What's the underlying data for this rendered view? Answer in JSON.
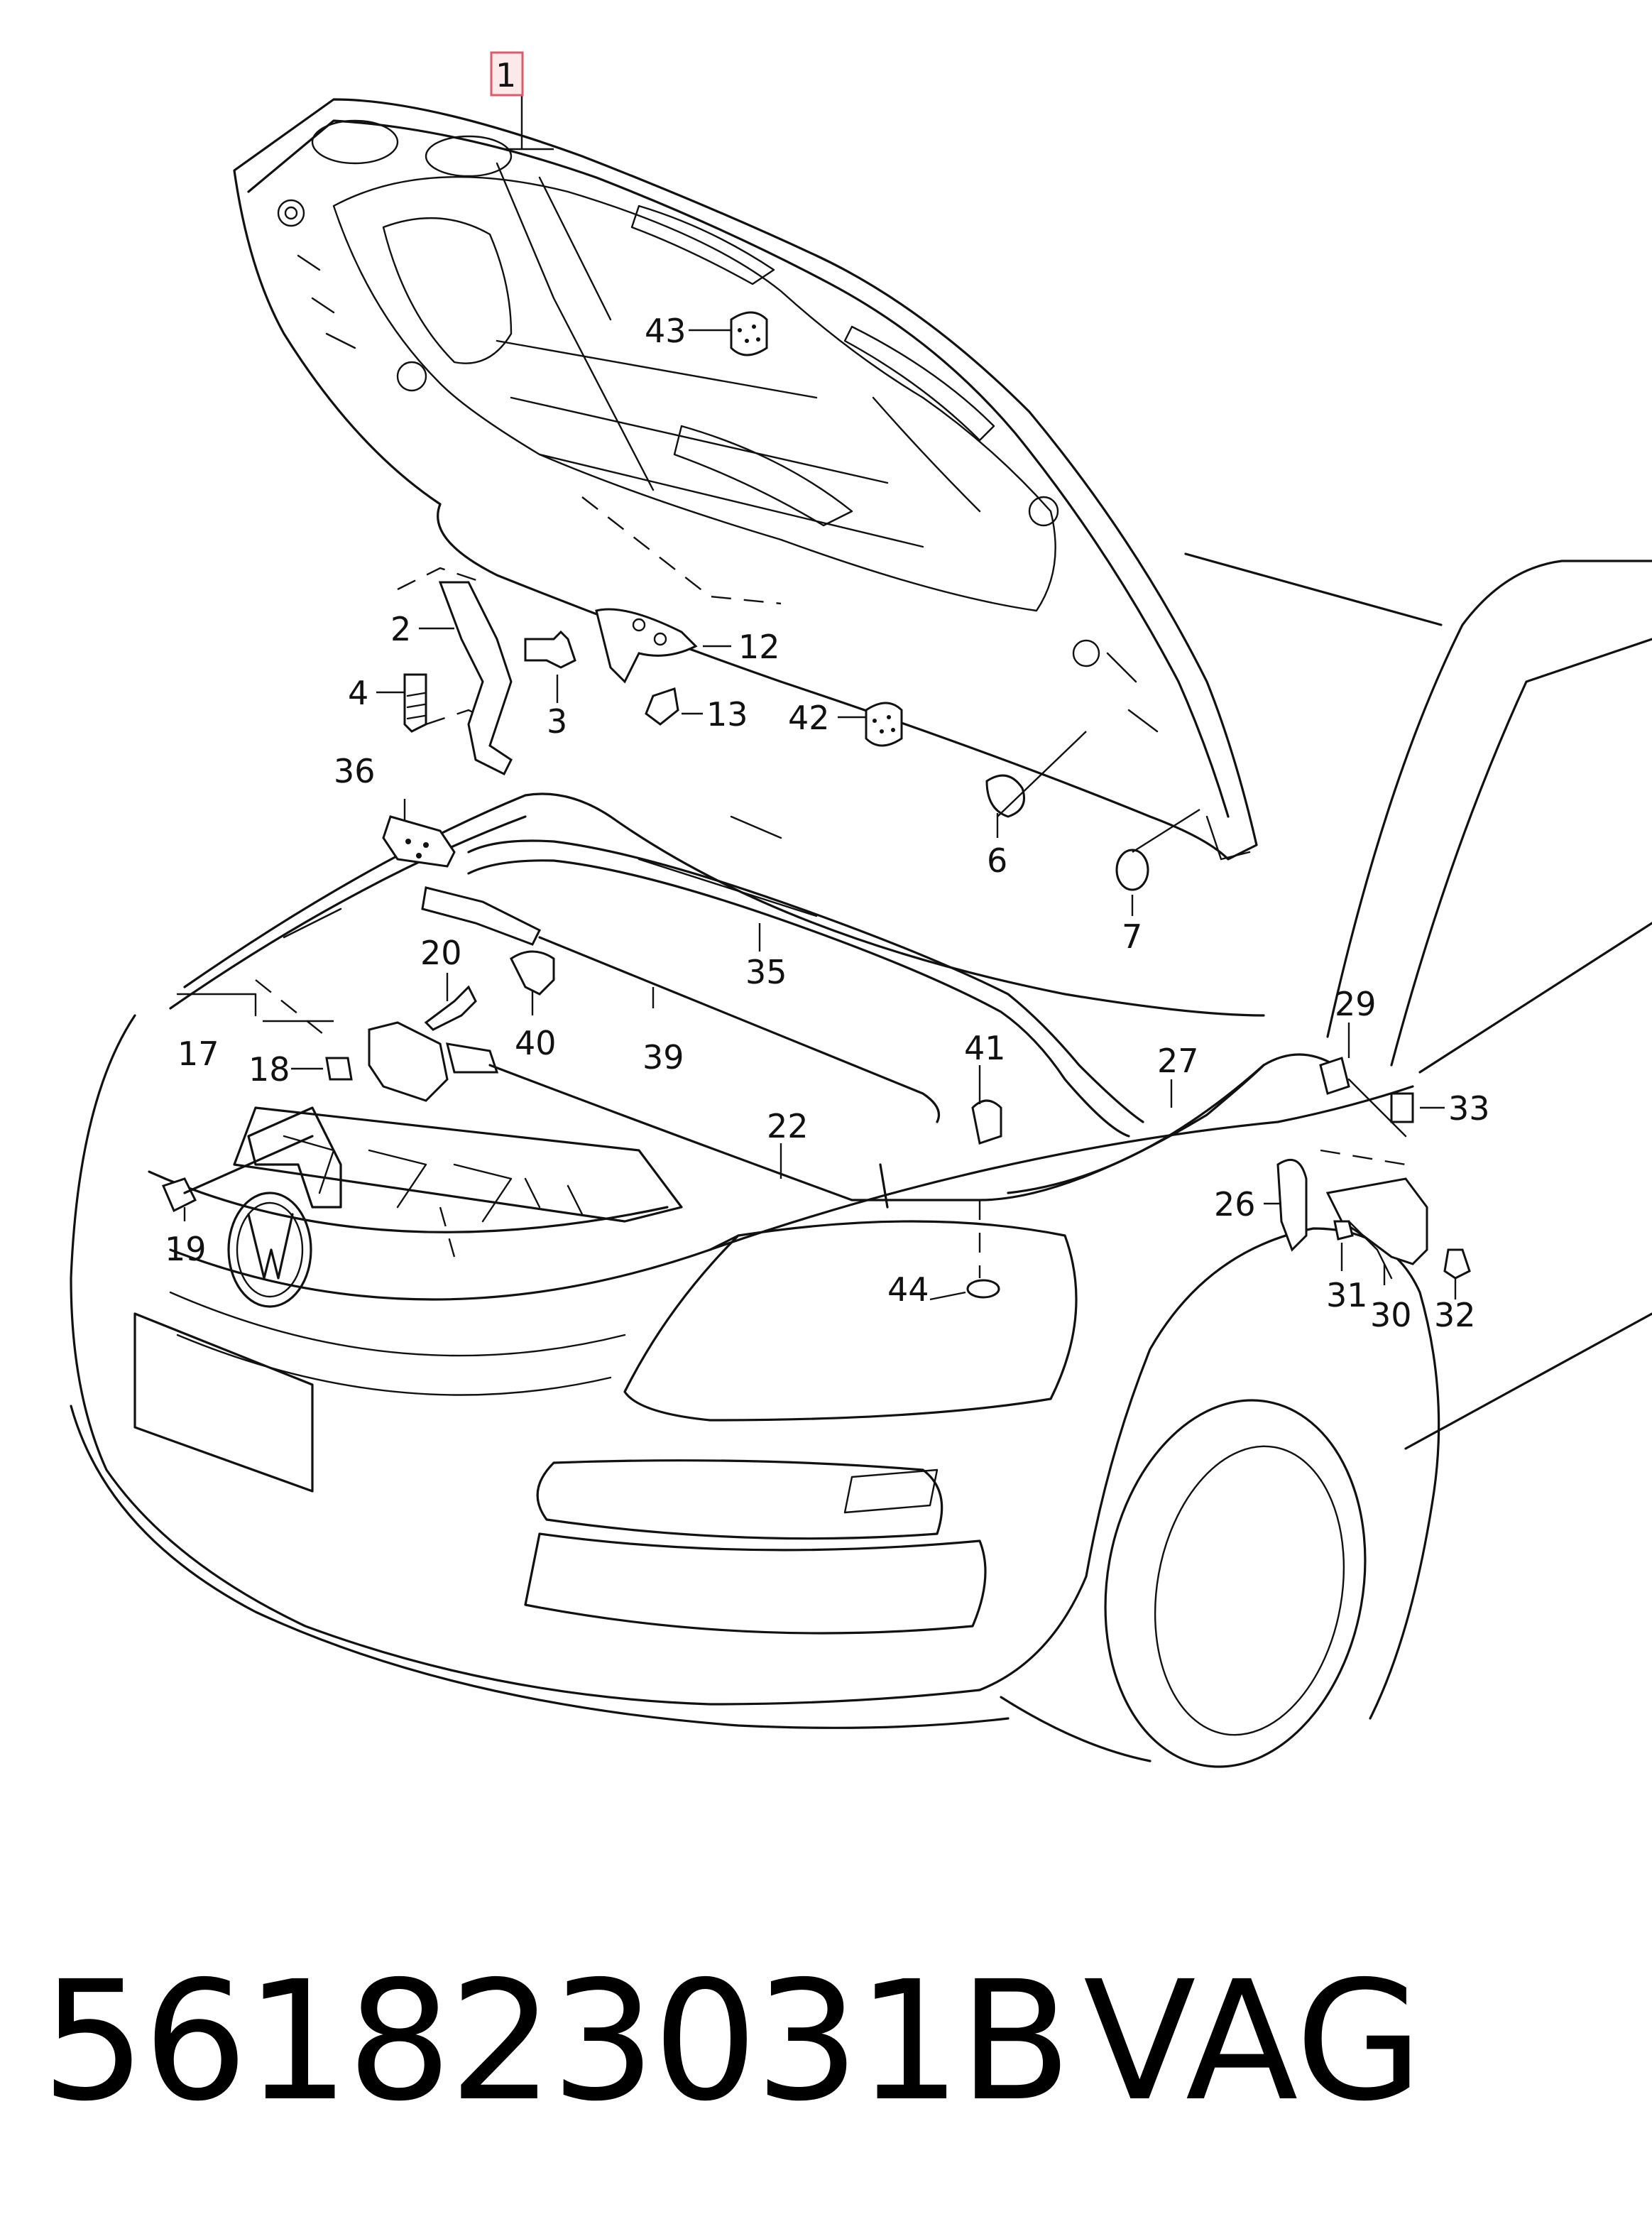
{
  "diagram": {
    "callouts": [
      {
        "id": "p1",
        "text": "1"
      },
      {
        "id": "p2",
        "text": "2"
      },
      {
        "id": "p3",
        "text": "3"
      },
      {
        "id": "p4",
        "text": "4"
      },
      {
        "id": "p6",
        "text": "6"
      },
      {
        "id": "p7",
        "text": "7"
      },
      {
        "id": "p12",
        "text": "12"
      },
      {
        "id": "p13",
        "text": "13"
      },
      {
        "id": "p17",
        "text": "17"
      },
      {
        "id": "p18",
        "text": "18"
      },
      {
        "id": "p19",
        "text": "19"
      },
      {
        "id": "p20",
        "text": "20"
      },
      {
        "id": "p22",
        "text": "22"
      },
      {
        "id": "p26",
        "text": "26"
      },
      {
        "id": "p27",
        "text": "27"
      },
      {
        "id": "p29",
        "text": "29"
      },
      {
        "id": "p30",
        "text": "30"
      },
      {
        "id": "p31",
        "text": "31"
      },
      {
        "id": "p32",
        "text": "32"
      },
      {
        "id": "p33",
        "text": "33"
      },
      {
        "id": "p35",
        "text": "35"
      },
      {
        "id": "p36",
        "text": "36"
      },
      {
        "id": "p39",
        "text": "39"
      },
      {
        "id": "p40",
        "text": "40"
      },
      {
        "id": "p41",
        "text": "41"
      },
      {
        "id": "p42",
        "text": "42"
      },
      {
        "id": "p43",
        "text": "43"
      },
      {
        "id": "p44",
        "text": "44"
      }
    ],
    "highlight_color": "#e05a6a"
  },
  "footer": {
    "part_number": "561823031B",
    "brand": "VAG"
  }
}
